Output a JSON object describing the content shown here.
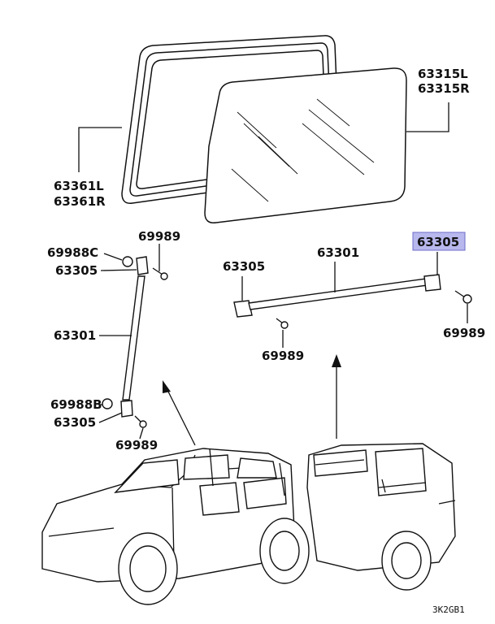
{
  "labels": {
    "glass_panel": [
      "63315L",
      "63315R"
    ],
    "weatherstrip": [
      "63361L",
      "63361R"
    ],
    "bottom_cap": "69988B",
    "top_cap": "69988C",
    "holder": "63305",
    "rod": "63301",
    "screw": "69989",
    "highlighted_holder": "63305"
  },
  "diagram_code": "3K2GB1",
  "colors": {
    "highlight_fill": "#b8b8ee",
    "highlight_border": "#6c6cc8",
    "line": "#111111"
  }
}
